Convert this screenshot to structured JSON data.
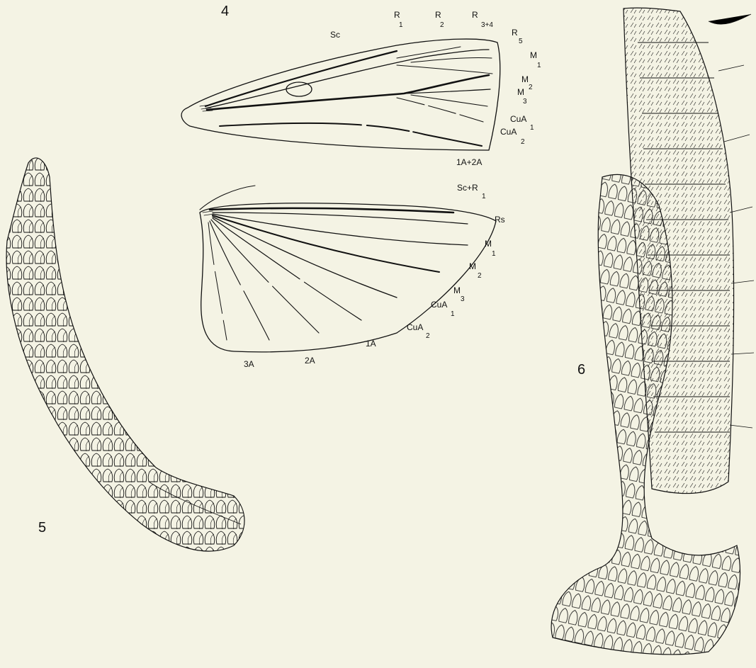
{
  "figures": {
    "forewing_number": "4",
    "scale_patch_number": "5",
    "antenna_number": "6"
  },
  "forewing": {
    "veins": [
      {
        "id": "sc",
        "text": "Sc",
        "sub": ""
      },
      {
        "id": "r1",
        "text": "R",
        "sub": "1"
      },
      {
        "id": "r2",
        "text": "R",
        "sub": "2"
      },
      {
        "id": "r34",
        "text": "R",
        "sub": "3+4"
      },
      {
        "id": "r5",
        "text": "R",
        "sub": "5"
      },
      {
        "id": "m1",
        "text": "M",
        "sub": "1"
      },
      {
        "id": "m2",
        "text": "M",
        "sub": "2"
      },
      {
        "id": "m3",
        "text": "M",
        "sub": "3"
      },
      {
        "id": "cua1",
        "text": "CuA",
        "sub": "1"
      },
      {
        "id": "cua2",
        "text": "CuA",
        "sub": "2"
      },
      {
        "id": "1a2a",
        "text": "1A+2A",
        "sub": ""
      }
    ]
  },
  "hindwing": {
    "veins": [
      {
        "id": "scr1",
        "text": "Sc+R",
        "sub": "1"
      },
      {
        "id": "rs",
        "text": "Rs",
        "sub": ""
      },
      {
        "id": "m1",
        "text": "M",
        "sub": "1"
      },
      {
        "id": "m2",
        "text": "M",
        "sub": "2"
      },
      {
        "id": "m3",
        "text": "M",
        "sub": "3"
      },
      {
        "id": "cua1",
        "text": "CuA",
        "sub": "1"
      },
      {
        "id": "cua2",
        "text": "CuA",
        "sub": "2"
      },
      {
        "id": "1a",
        "text": "1A",
        "sub": ""
      },
      {
        "id": "2a",
        "text": "2A",
        "sub": ""
      },
      {
        "id": "3a",
        "text": "3A",
        "sub": ""
      }
    ]
  },
  "colors": {
    "background": "#f4f3e4",
    "ink": "#111111"
  }
}
